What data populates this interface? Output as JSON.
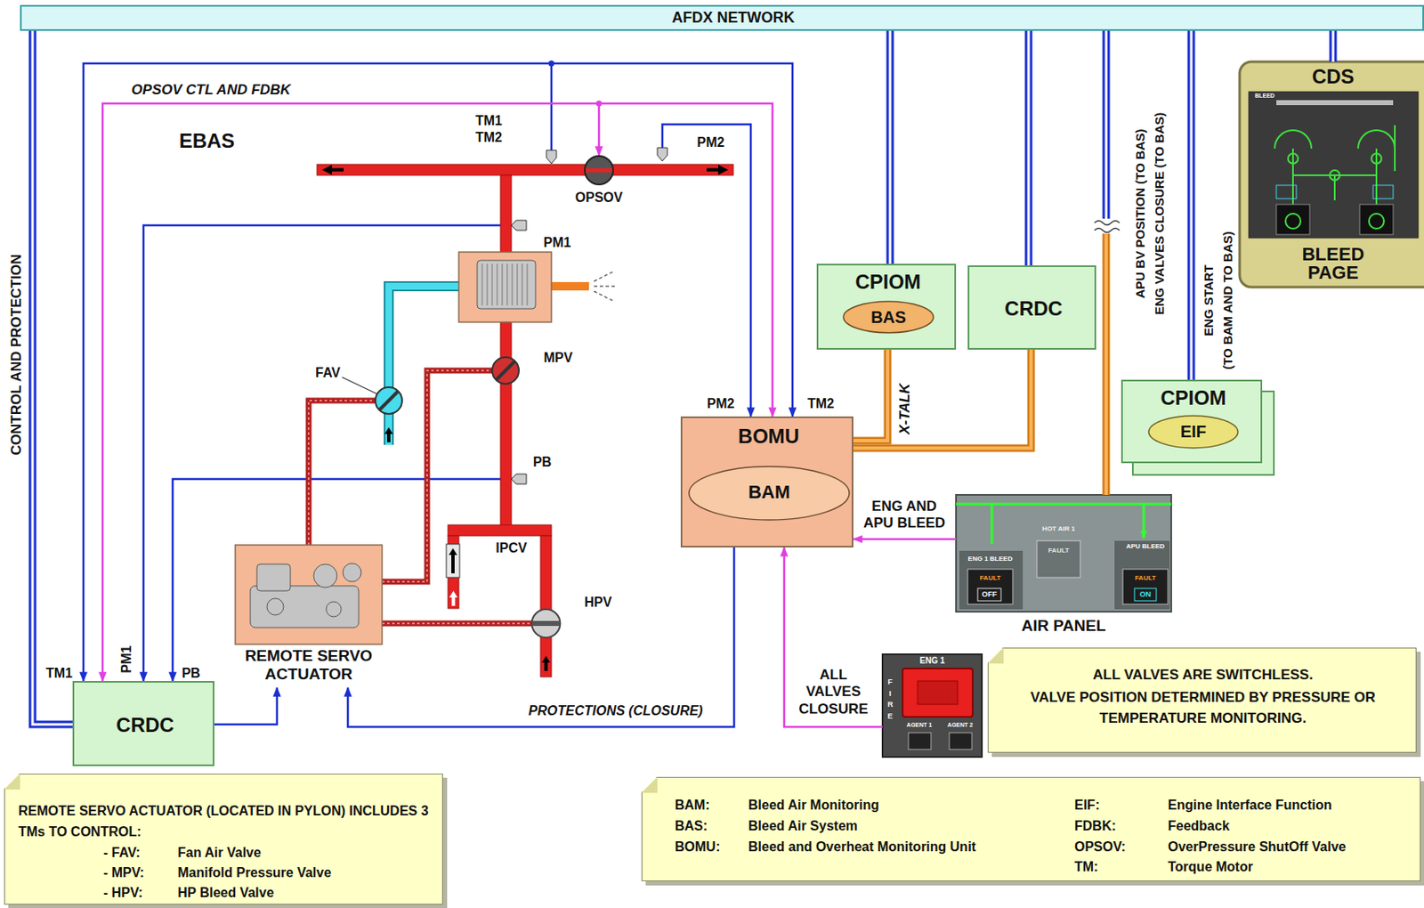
{
  "diagram": {
    "nodes": [
      {
        "text": [
          "AFDX NETWORK"
        ]
      },
      {
        "text": [
          "CDS",
          "BLEED PAGE"
        ]
      },
      {
        "text": [
          "CPIOM"
        ]
      },
      {
        "text": [
          "BAS"
        ],
        "in": 2
      },
      {
        "text": [
          "CRDC"
        ]
      },
      {
        "text": [
          "CPIOM"
        ]
      },
      {
        "text": [
          "EIF"
        ],
        "in": 5
      },
      {
        "text": [
          "BOMU"
        ]
      },
      {
        "text": [
          "BAM"
        ],
        "in": 7
      },
      {
        "text": [
          "AIR PANEL"
        ]
      },
      {
        "text": [
          "ENG 1"
        ]
      },
      {
        "text": [
          "ALL VALVES ARE SWITCHLESS.",
          "VALVE POSITION DETERMINED BY PRESSURE OR TEMPERATURE MONITORING."
        ]
      },
      {
        "text": [
          "REMOTE SERVO ACTUATOR"
        ]
      },
      {
        "text": [
          "CRDC"
        ]
      },
      {
        "text": [
          "REMOTE SERVO ACTUATOR (LOCATED IN PYLON) INCLUDES 3 TMs TO CONTROL:",
          "- FAV:",
          "Fan Air Valve",
          "- MPV:",
          "Manifold Pressure Valve",
          "- HPV:",
          "HP Bleed Valve"
        ]
      },
      {
        "text": [
          "BAM:",
          "Bleed Air Monitoring",
          "BAS:",
          "Bleed Air System",
          "BOMU:",
          "Bleed and Overheat Monitoring Unit",
          "EIF:",
          "Engine Interface Function",
          "FDBK:",
          "Feedback",
          "OPSOV:",
          "OverPressure ShutOff Valve",
          "TM:",
          "Torque Motor"
        ]
      }
    ],
    "edges": [
      {
        "from": 0,
        "to": 13,
        "arrow": "none",
        "label": "CONTROL AND PROTECTION"
      },
      {
        "from": 0,
        "to": 2,
        "arrow": "none"
      },
      {
        "from": 0,
        "to": 4,
        "arrow": "none"
      },
      {
        "from": 0,
        "to": 9,
        "arrow": "none",
        "label": "APU BV POSITION (TO BAS)"
      },
      {
        "from": 0,
        "to": 5,
        "arrow": "none",
        "label": "ENG START"
      },
      {
        "from": 0,
        "to": 1,
        "arrow": "none"
      },
      {
        "from": 2,
        "to": 7,
        "arrow": "none",
        "label": "X-TALK"
      },
      {
        "from": 4,
        "to": 7,
        "arrow": "none"
      },
      {
        "from": 9,
        "to": 7,
        "arrow": "to",
        "label": "ENG AND APU BLEED"
      },
      {
        "from": 10,
        "to": 7,
        "arrow": "to",
        "label": "ALL VALVES CLOSURE"
      },
      {
        "from": 7,
        "to": 12,
        "arrow": "to",
        "label": "PROTECTIONS (CLOSURE)"
      },
      {
        "from": 13,
        "to": 12,
        "arrow": "to"
      }
    ],
    "labels": [
      "EBAS",
      "OPSOV CTL AND FDBK",
      "TM1",
      "TM2",
      "PM2",
      "OPSOV",
      "PM1",
      "FAV",
      "MPV",
      "PB",
      "IPCV",
      "HPV",
      "TM1",
      "PM1",
      "PB",
      "PM2",
      "TM2",
      "ENG VALVES CLOSURE (TO BAS)",
      "(TO BAM AND TO BAS)",
      "HOT AIR 1",
      "ENG 1 BLEED",
      "FAULT",
      "OFF",
      "FAULT",
      "APU BLEED",
      "FAULT",
      "ON",
      "FIRE",
      "AGENT 1",
      "AGENT 2",
      "BLEED"
    ]
  }
}
